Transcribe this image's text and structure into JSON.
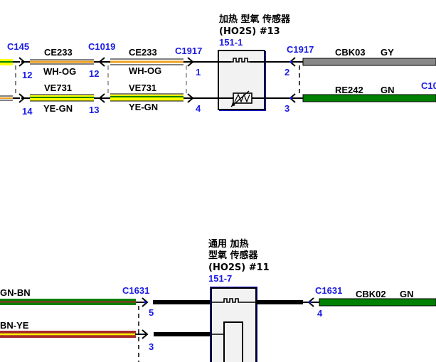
{
  "diagram": {
    "top_component": {
      "title_line1": "加热 型氧 传感器",
      "title_line2": "(HO2S) #13",
      "ref": "151-1",
      "box_fill": "#f2f2f2",
      "box_border": "#0000cc"
    },
    "bottom_component": {
      "title_line1": "通用 加热",
      "title_line2": "型氧 传感器",
      "title_line3": "(HO2S) #11",
      "ref": "151-7",
      "box_fill": "#f2f2f2",
      "box_border": "#0000cc"
    },
    "connectors": {
      "c145": "C145",
      "c1019": "C1019",
      "c1917_left": "C1917",
      "c1917_right": "C1917",
      "c10_partial": "C10",
      "c1631_left": "C1631",
      "c1631_right": "C1631"
    },
    "pins": {
      "c145_top": "12",
      "c145_bottom": "14",
      "c1019_top": "12",
      "c1019_bottom": "13",
      "c1917_left_top": "1",
      "c1917_left_bottom": "4",
      "c1917_right_top": "2",
      "c1917_right_bottom": "3",
      "c1631_left_top": "5",
      "c1631_left_bottom": "3",
      "c1631_right": "4"
    },
    "wires": {
      "seg1_top": {
        "circuit": "CE233",
        "color": "WH-OG"
      },
      "seg1_bottom": {
        "circuit": "VE731",
        "color": "YE-GN"
      },
      "seg2_top": {
        "circuit": "CE233",
        "color": "WH-OG"
      },
      "seg2_bottom": {
        "circuit": "VE731",
        "color": "YE-GN"
      },
      "right_top": {
        "circuit": "CBK03",
        "color": "GY"
      },
      "right_bottom": {
        "circuit": "RE242",
        "color": "GN"
      },
      "bottom_left_top": {
        "color": "GN-BN"
      },
      "bottom_left_bottom": {
        "color": "BN-YE"
      },
      "bottom_right": {
        "circuit": "CBK02",
        "color": "GN"
      }
    },
    "wire_colors": {
      "orange": "#f0a020",
      "yellow": "#ffff00",
      "green": "#008000",
      "gray": "#888888",
      "brown": "#a52a2a",
      "black": "#000000"
    }
  }
}
